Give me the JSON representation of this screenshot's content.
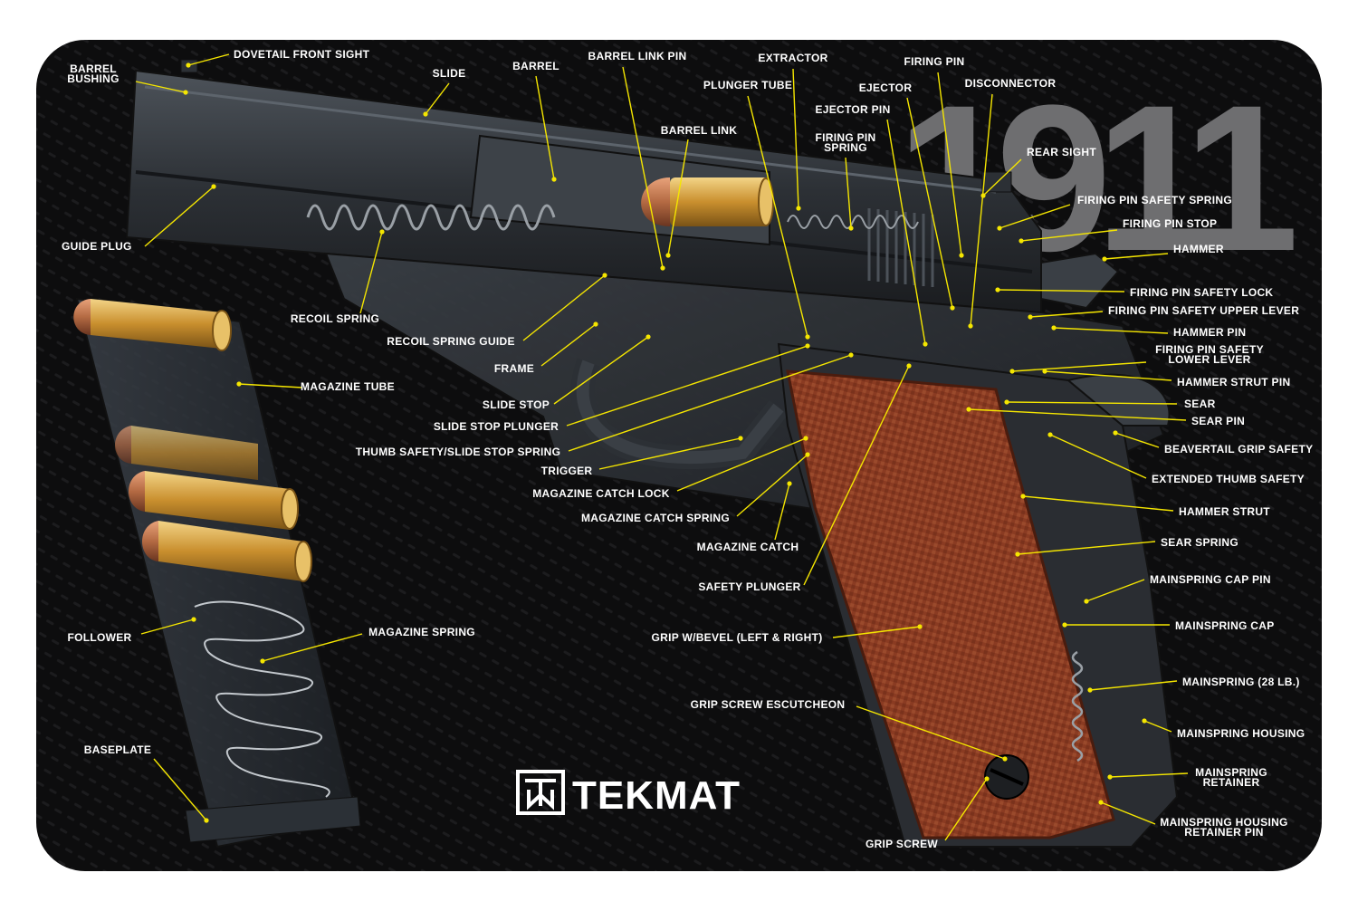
{
  "model_title": "1911",
  "brand": {
    "name": "TEKMAT",
    "logo_icon": "tm-monogram-icon"
  },
  "colors": {
    "mat": "#0d0d0e",
    "leader": "#f5e600",
    "label": "#ffffff",
    "title": "#6e6e70",
    "grip": "#8a3b22",
    "brass": "#d9a548"
  },
  "labels": [
    {
      "id": "dovetail-front-sight",
      "lines": [
        "DOVETAIL FRONT SIGHT"
      ]
    },
    {
      "id": "barrel-bushing",
      "lines": [
        "BARREL",
        "BUSHING"
      ]
    },
    {
      "id": "slide",
      "lines": [
        "SLIDE"
      ]
    },
    {
      "id": "barrel",
      "lines": [
        "BARREL"
      ]
    },
    {
      "id": "barrel-link-pin",
      "lines": [
        "BARREL LINK PIN"
      ]
    },
    {
      "id": "extractor",
      "lines": [
        "EXTRACTOR"
      ]
    },
    {
      "id": "firing-pin",
      "lines": [
        "FIRING PIN"
      ]
    },
    {
      "id": "plunger-tube",
      "lines": [
        "PLUNGER TUBE"
      ]
    },
    {
      "id": "ejector",
      "lines": [
        "EJECTOR"
      ]
    },
    {
      "id": "disconnector",
      "lines": [
        "DISCONNECTOR"
      ]
    },
    {
      "id": "ejector-pin",
      "lines": [
        "EJECTOR PIN"
      ]
    },
    {
      "id": "barrel-link",
      "lines": [
        "BARREL LINK"
      ]
    },
    {
      "id": "firing-pin-spring",
      "lines": [
        "FIRING PIN",
        "SPRING"
      ]
    },
    {
      "id": "rear-sight",
      "lines": [
        "REAR SIGHT"
      ]
    },
    {
      "id": "firing-pin-safety-spring",
      "lines": [
        "FIRING PIN SAFETY SPRING"
      ]
    },
    {
      "id": "firing-pin-stop",
      "lines": [
        "FIRING PIN STOP"
      ]
    },
    {
      "id": "guide-plug",
      "lines": [
        "GUIDE PLUG"
      ]
    },
    {
      "id": "hammer",
      "lines": [
        "HAMMER"
      ]
    },
    {
      "id": "firing-pin-safety-lock",
      "lines": [
        "FIRING PIN SAFETY LOCK"
      ]
    },
    {
      "id": "firing-pin-safety-upper-lever",
      "lines": [
        "FIRING PIN SAFETY UPPER LEVER"
      ]
    },
    {
      "id": "recoil-spring",
      "lines": [
        "RECOIL SPRING"
      ]
    },
    {
      "id": "hammer-pin",
      "lines": [
        "HAMMER PIN"
      ]
    },
    {
      "id": "recoil-spring-guide",
      "lines": [
        "RECOIL SPRING GUIDE"
      ]
    },
    {
      "id": "firing-pin-safety-lower-lever",
      "lines": [
        "FIRING PIN SAFETY",
        "LOWER LEVER"
      ]
    },
    {
      "id": "frame",
      "lines": [
        "FRAME"
      ]
    },
    {
      "id": "hammer-strut-pin",
      "lines": [
        "HAMMER STRUT PIN"
      ]
    },
    {
      "id": "magazine-tube",
      "lines": [
        "MAGAZINE TUBE"
      ]
    },
    {
      "id": "sear",
      "lines": [
        "SEAR"
      ]
    },
    {
      "id": "slide-stop",
      "lines": [
        "SLIDE STOP"
      ]
    },
    {
      "id": "sear-pin",
      "lines": [
        "SEAR PIN"
      ]
    },
    {
      "id": "slide-stop-plunger",
      "lines": [
        "SLIDE STOP PLUNGER"
      ]
    },
    {
      "id": "beavertail-grip-safety",
      "lines": [
        "BEAVERTAIL GRIP SAFETY"
      ]
    },
    {
      "id": "thumb-safety-slide-stop-spring",
      "lines": [
        "THUMB SAFETY/SLIDE STOP SPRING"
      ]
    },
    {
      "id": "trigger",
      "lines": [
        "TRIGGER"
      ]
    },
    {
      "id": "extended-thumb-safety",
      "lines": [
        "EXTENDED THUMB SAFETY"
      ]
    },
    {
      "id": "magazine-catch-lock",
      "lines": [
        "MAGAZINE CATCH LOCK"
      ]
    },
    {
      "id": "hammer-strut",
      "lines": [
        "HAMMER STRUT"
      ]
    },
    {
      "id": "magazine-catch-spring",
      "lines": [
        "MAGAZINE CATCH SPRING"
      ]
    },
    {
      "id": "sear-spring",
      "lines": [
        "SEAR SPRING"
      ]
    },
    {
      "id": "magazine-catch",
      "lines": [
        "MAGAZINE CATCH"
      ]
    },
    {
      "id": "mainspring-cap-pin",
      "lines": [
        "MAINSPRING CAP PIN"
      ]
    },
    {
      "id": "safety-plunger",
      "lines": [
        "SAFETY PLUNGER"
      ]
    },
    {
      "id": "mainspring-cap",
      "lines": [
        "MAINSPRING CAP"
      ]
    },
    {
      "id": "follower",
      "lines": [
        "FOLLOWER"
      ]
    },
    {
      "id": "magazine-spring",
      "lines": [
        "MAGAZINE SPRING"
      ]
    },
    {
      "id": "grip-w-bevel",
      "lines": [
        "GRIP W/BEVEL (LEFT & RIGHT)"
      ]
    },
    {
      "id": "mainspring-28-lb",
      "lines": [
        "MAINSPRING (28 LB.)"
      ]
    },
    {
      "id": "grip-screw-escutcheon",
      "lines": [
        "GRIP SCREW ESCUTCHEON"
      ]
    },
    {
      "id": "mainspring-housing",
      "lines": [
        "MAINSPRING HOUSING"
      ]
    },
    {
      "id": "baseplate",
      "lines": [
        "BASEPLATE"
      ]
    },
    {
      "id": "mainspring-retainer",
      "lines": [
        "MAINSPRING",
        "RETAINER"
      ]
    },
    {
      "id": "mainspring-housing-retainer-pin",
      "lines": [
        "MAINSPRING HOUSING",
        "RETAINER PIN"
      ]
    },
    {
      "id": "grip-screw",
      "lines": [
        "GRIP SCREW"
      ]
    }
  ]
}
